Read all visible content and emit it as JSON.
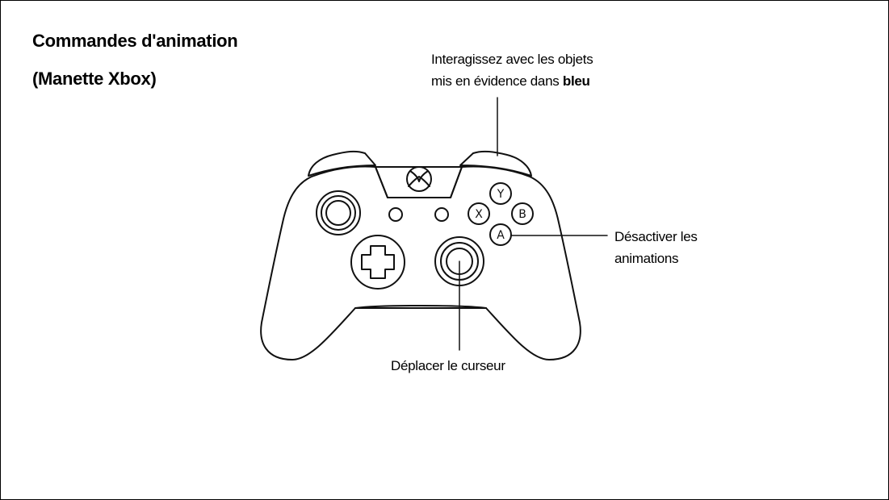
{
  "title": {
    "line1": "Commandes d'animation",
    "line2": "(Manette Xbox)"
  },
  "callouts": {
    "interact": {
      "line1": "Interagissez avec les objets",
      "line2_prefix": "mis en évidence dans ",
      "line2_bold": "bleu"
    },
    "disable": {
      "line1": "Désactiver les",
      "line2": "animations"
    },
    "move": {
      "text": "Déplacer le curseur"
    }
  },
  "buttons": {
    "y": "Y",
    "x": "X",
    "b": "B",
    "a": "A"
  }
}
